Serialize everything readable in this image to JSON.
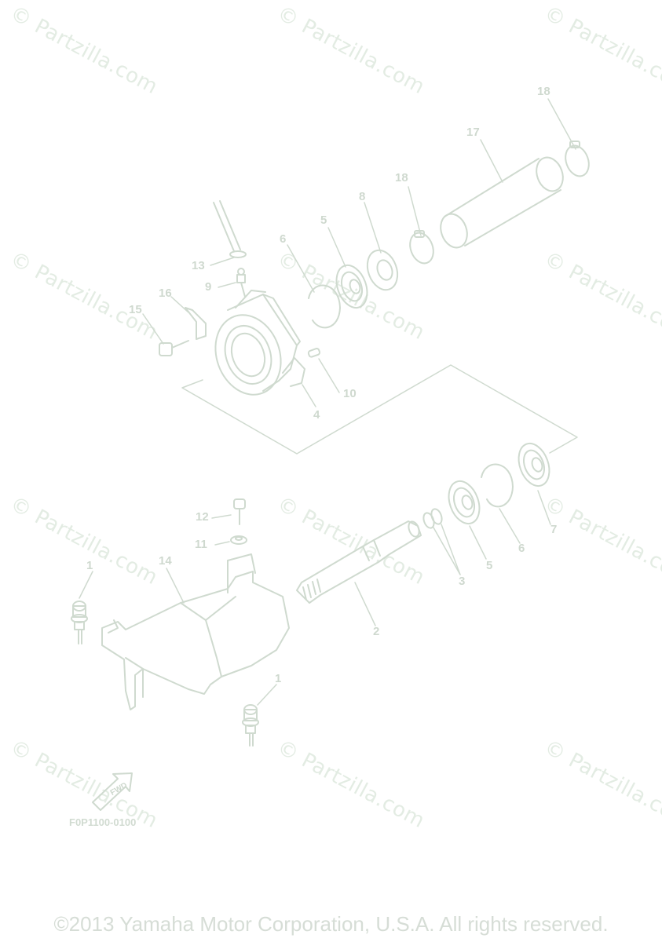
{
  "watermark": "© Partzilla.com",
  "callouts": {
    "c1a": "1",
    "c1b": "1",
    "c2": "2",
    "c3": "3",
    "c4": "4",
    "c5a": "5",
    "c5b": "5",
    "c6a": "6",
    "c6b": "6",
    "c7": "7",
    "c8": "8",
    "c9": "9",
    "c10": "10",
    "c11": "11",
    "c12": "12",
    "c13": "13",
    "c14": "14",
    "c15": "15",
    "c16": "16",
    "c17": "17",
    "c18a": "18",
    "c18b": "18"
  },
  "fwd_label": "FWD",
  "diagram_code": "F0P1100-0100",
  "copyright": "©2013 Yamaha Motor Corporation, U.S.A. All rights reserved.",
  "colors": {
    "line": "#cfdacf",
    "watermark": "#e3ece3",
    "text": "#cfd9cf"
  }
}
